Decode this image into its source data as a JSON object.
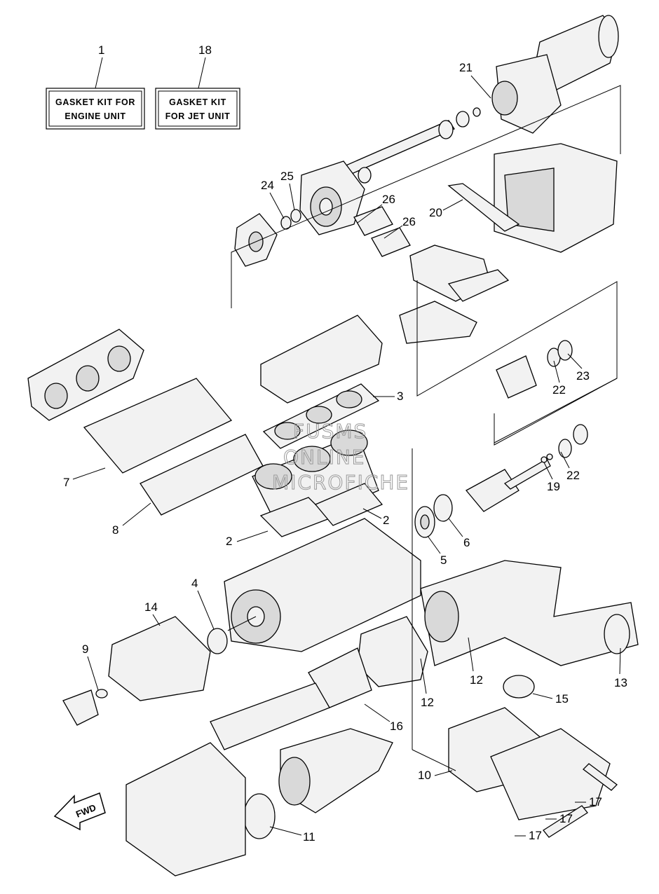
{
  "kits": [
    {
      "ref": "1",
      "line1": "GASKET KIT FOR",
      "line2": "ENGINE UNIT"
    },
    {
      "ref": "18",
      "line1": "GASKET KIT",
      "line2": "FOR JET UNIT"
    }
  ],
  "callouts": {
    "c2a": "2",
    "c2b": "2",
    "c3": "3",
    "c4": "4",
    "c5": "5",
    "c6": "6",
    "c7": "7",
    "c8": "8",
    "c9": "9",
    "c10": "10",
    "c11": "11",
    "c12a": "12",
    "c12b": "12",
    "c13": "13",
    "c14": "14",
    "c15": "15",
    "c16": "16",
    "c17a": "17",
    "c17b": "17",
    "c17c": "17",
    "c19": "19",
    "c20": "20",
    "c21": "21",
    "c22a": "22",
    "c22b": "22",
    "c23": "23",
    "c24": "24",
    "c25": "25",
    "c26a": "26",
    "c26b": "26"
  },
  "watermark": {
    "line1": "FUSMS",
    "line2": "ONLINE",
    "line3": "MICROFICHE"
  },
  "fwd_label": "FWD"
}
